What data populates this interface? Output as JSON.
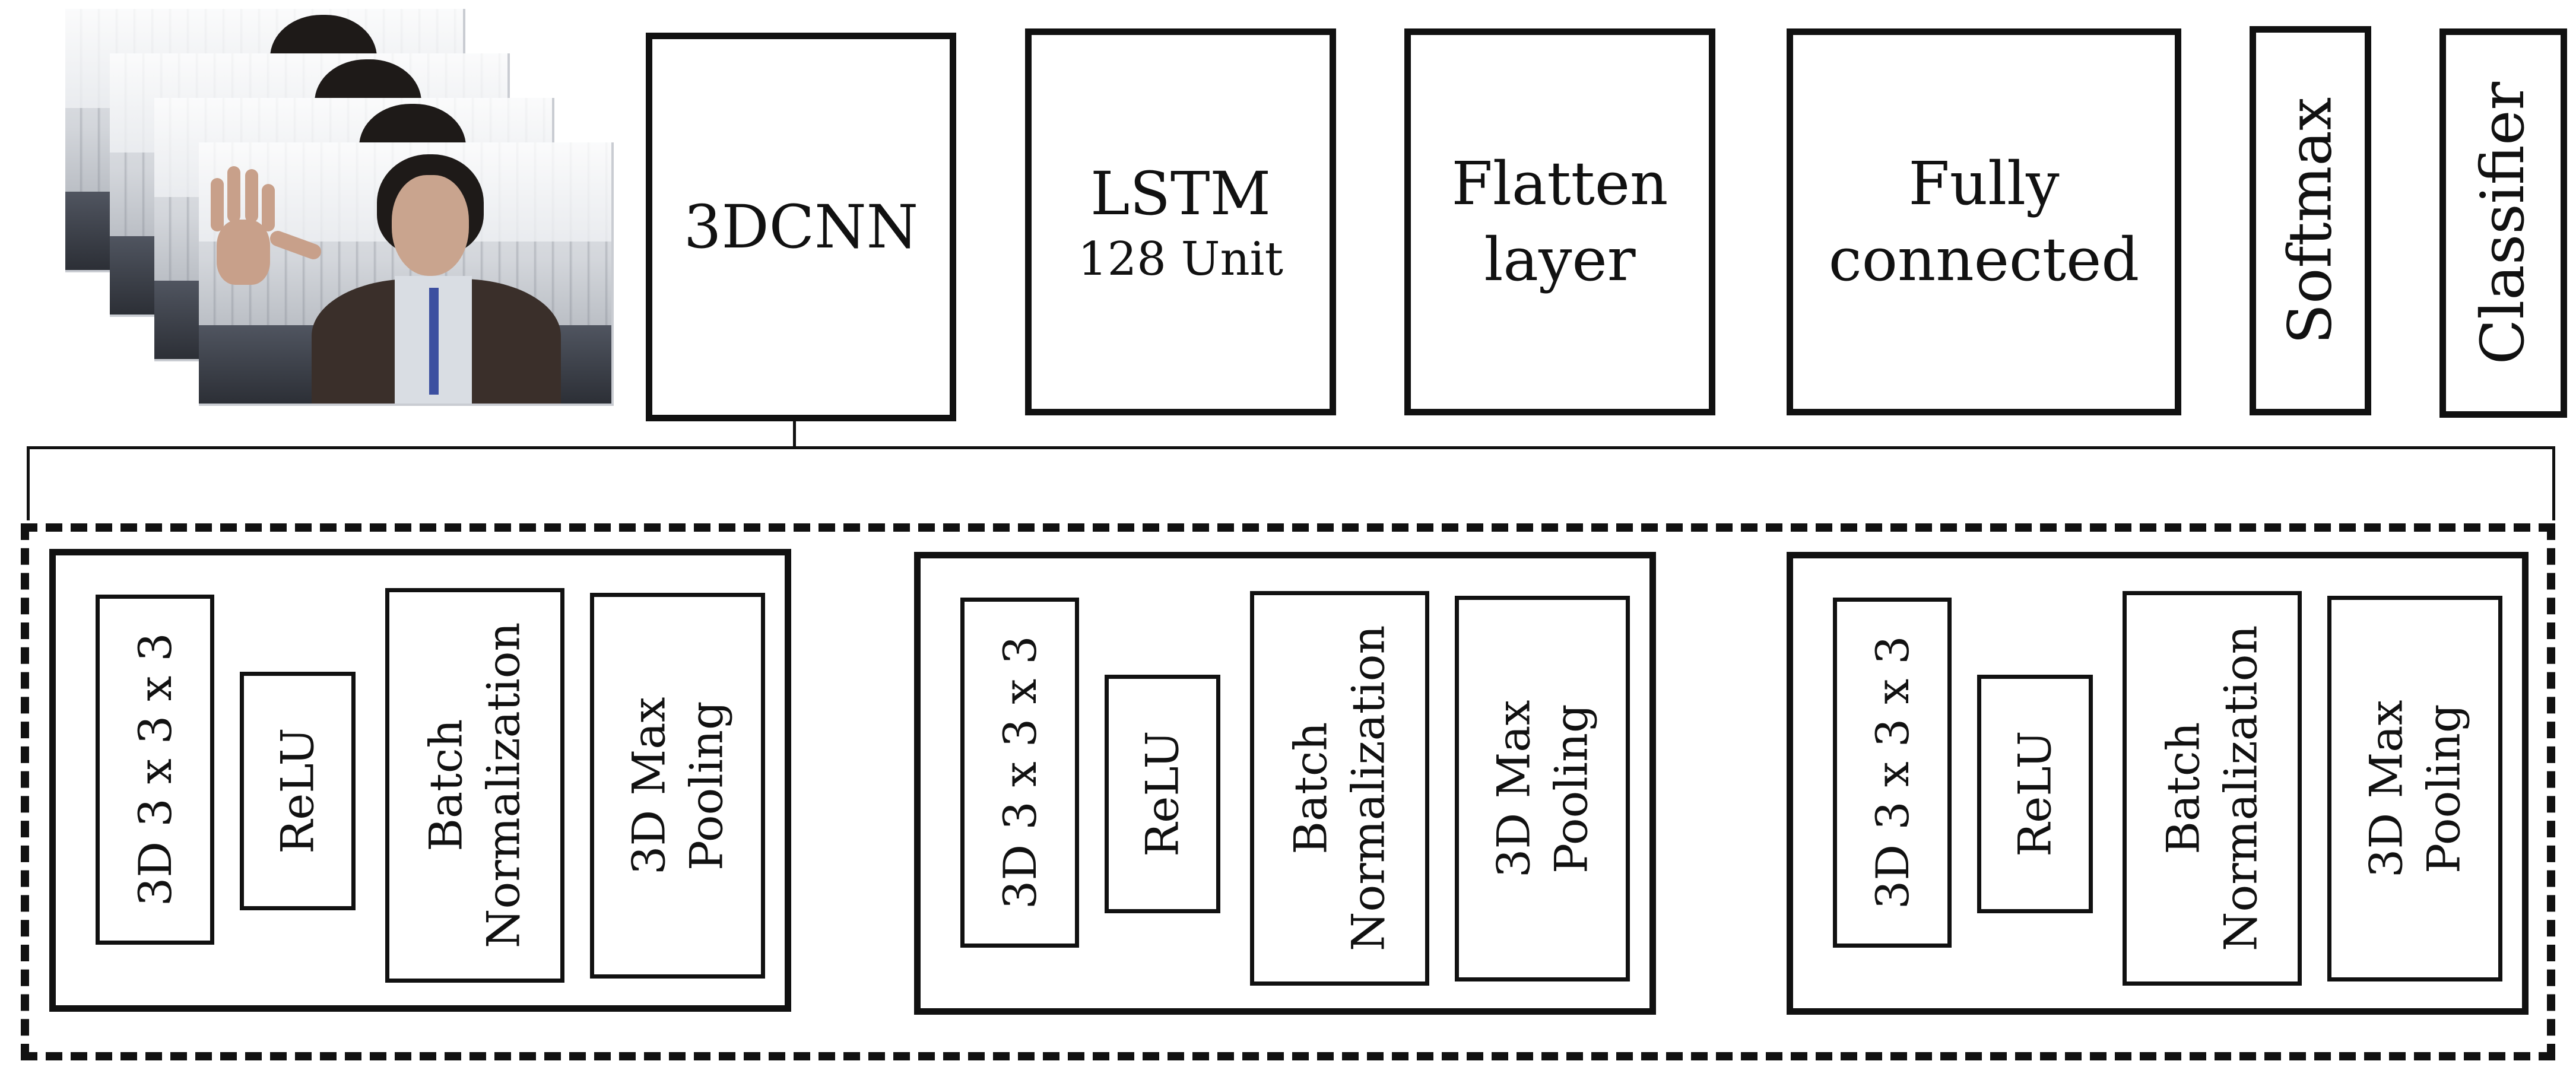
{
  "top_row": {
    "cnn_box": {
      "label": "3DCNN"
    },
    "lstm_box": {
      "label": "LSTM",
      "sublabel": "128 Unit"
    },
    "flatten_box": {
      "label_line1": "Flatten",
      "label_line2": "layer"
    },
    "fc_box": {
      "label_line1": "Fully",
      "label_line2": "connected"
    },
    "softmax_box": {
      "label": "Softmax"
    },
    "classifier_box": {
      "label": "Classifier"
    }
  },
  "blocks": [
    {
      "conv": "3D 3 x 3 x 3",
      "activation": "ReLU",
      "norm_line1": "Batch",
      "norm_line2": "Normalization",
      "pool_line1": "3D Max",
      "pool_line2": "Pooling"
    },
    {
      "conv": "3D 3 x 3 x 3",
      "activation": "ReLU",
      "norm_line1": "Batch",
      "norm_line2": "Normalization",
      "pool_line1": "3D Max",
      "pool_line2": "Pooling"
    },
    {
      "conv": "3D 3 x 3 x 3",
      "activation": "ReLU",
      "norm_line1": "Batch",
      "norm_line2": "Normalization",
      "pool_line1": "3D Max",
      "pool_line2": "Pooling"
    }
  ],
  "colors": {
    "stroke": "#111111",
    "background": "#ffffff"
  }
}
